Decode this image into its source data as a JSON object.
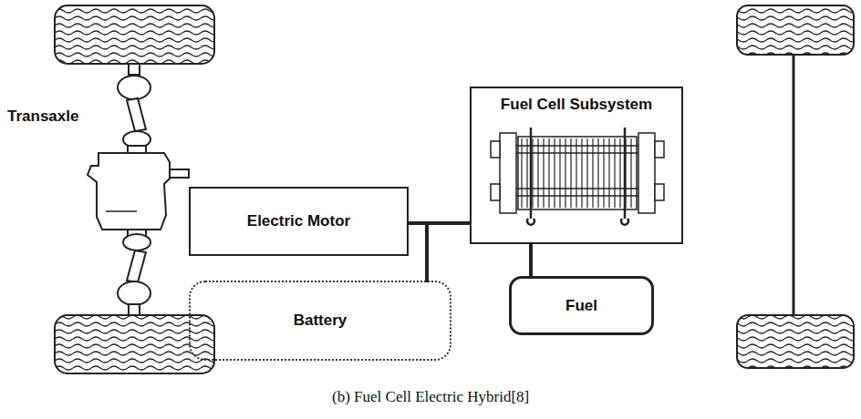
{
  "diagram": {
    "caption": "(b) Fuel Cell Electric Hybrid[8]",
    "nodes": [
      {
        "text": [
          "Electric Motor"
        ]
      },
      {
        "text": [
          "Fuel Cell Subsystem"
        ]
      },
      {
        "text": [
          "Battery"
        ]
      },
      {
        "text": [
          "Fuel"
        ]
      }
    ],
    "edges": [
      {
        "from": 0,
        "to": 1,
        "arrow": "none"
      },
      {
        "from": 2,
        "to": 0,
        "arrow": "none"
      },
      {
        "from": 2,
        "to": 1,
        "arrow": "none"
      },
      {
        "from": 3,
        "to": 1,
        "arrow": "none"
      }
    ],
    "labels": [
      "Transaxle"
    ]
  }
}
